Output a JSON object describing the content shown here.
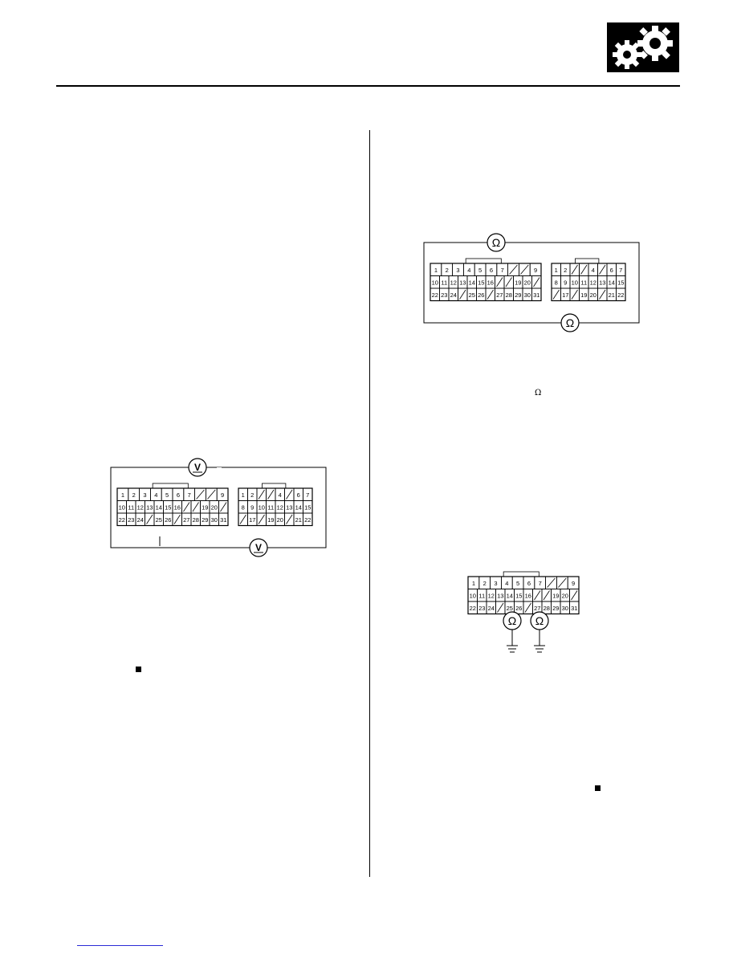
{
  "header": {
    "logo_icon": "gears-icon"
  },
  "connector_left": {
    "row1": [
      "1",
      "2",
      "3",
      "4",
      "5",
      "6",
      "7",
      "",
      "",
      "9"
    ],
    "row2": [
      "10",
      "11",
      "12",
      "13",
      "14",
      "15",
      "16",
      "",
      "",
      "19",
      "20",
      ""
    ],
    "row3": [
      "22",
      "23",
      "24",
      "",
      "25",
      "26",
      "",
      "27",
      "28",
      "29",
      "30",
      "31"
    ]
  },
  "connector_right": {
    "row1": [
      "1",
      "2",
      "",
      "",
      "4",
      "",
      "6",
      "7"
    ],
    "row2": [
      "8",
      "9",
      "10",
      "11",
      "12",
      "13",
      "14",
      "15"
    ],
    "row3": [
      "",
      "17",
      "",
      "19",
      "20",
      "",
      "21",
      "22"
    ]
  },
  "meter_symbols": {
    "voltmeter": "V",
    "ohmmeter": "Ω"
  },
  "inline_text": {
    "ohm": "Ω"
  },
  "colors": {
    "ink": "#000000",
    "link": "#2b2bd6"
  }
}
